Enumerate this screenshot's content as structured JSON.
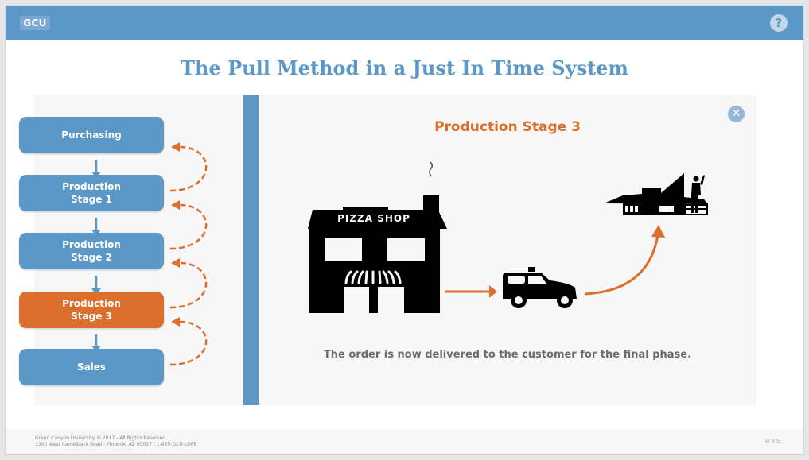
{
  "header": {
    "logo_text": "GCU",
    "help_icon": "question-circle-icon",
    "help_glyph": "?"
  },
  "page": {
    "title": "The Pull Method in a Just In Time System"
  },
  "flow": {
    "steps": [
      {
        "label": "Purchasing",
        "active": false
      },
      {
        "label": "Production\nStage 1",
        "active": false
      },
      {
        "label": "Production\nStage 2",
        "active": false
      },
      {
        "label": "Production\nStage 3",
        "active": true
      },
      {
        "label": "Sales",
        "active": false
      }
    ],
    "colors": {
      "step": "#5b97c7",
      "active_step": "#dd6f2c",
      "forward_arrow": "#5b97c7",
      "pull_arrow": "#dd6f2c"
    }
  },
  "detail": {
    "title": "Production Stage 3",
    "close_glyph": "✕",
    "shop_label": "PIZZA SHOP",
    "caption": "The order is now delivered to the customer for the final phase.",
    "icons": [
      "pizza-shop-icon",
      "delivery-car-icon",
      "customer-house-icon"
    ]
  },
  "footer": {
    "line1": "Grand Canyon University © 2017 - All Rights Reserved",
    "line2": "3300 West Camelback Road - Phoenix, AZ 85017 | 1-855-GCU-LOPE",
    "brand": "avs"
  }
}
